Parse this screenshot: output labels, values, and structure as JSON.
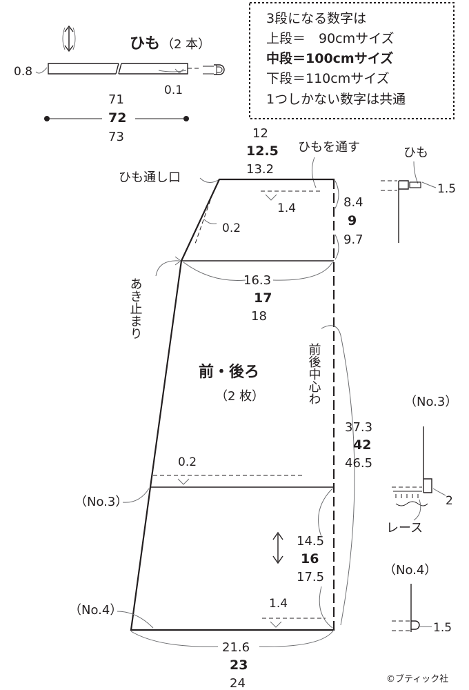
{
  "legend": {
    "line1": "3段になる数字は",
    "line2": "上段＝　90cmサイズ",
    "line3": "中段＝100cmサイズ",
    "line4": "下段＝110cmサイズ",
    "line5": "1つしかない数字は共通"
  },
  "himo": {
    "title": "ひも",
    "count": "（2 本）",
    "width": "0.8",
    "fold": "0.1",
    "len_top": "71",
    "len_mid": "72",
    "len_bot": "73"
  },
  "labels": {
    "himo_opening": "ひも通し口",
    "pass_cord": "ひもを通す",
    "cord": "ひも",
    "open_stop": "あき止まり",
    "center": "前後中心わ",
    "piece_name": "前・後ろ",
    "piece_count": "（2 枚）",
    "no3": "（No.3）",
    "no4": "（No.4）",
    "lace": "レース",
    "copyright": "©ブティック社"
  },
  "dims": {
    "top_w": [
      "12",
      "12.5",
      "13.2"
    ],
    "casing_seam": "1.4",
    "casing_h": [
      "8.4",
      "9",
      "9.7"
    ],
    "slant_seam": "0.2",
    "yoke_w": [
      "16.3",
      "17",
      "18"
    ],
    "length": [
      "37.3",
      "42",
      "46.5"
    ],
    "tier_seam": "0.2",
    "tier_h": [
      "14.5",
      "16",
      "17.5"
    ],
    "hem_seam": "1.4",
    "hem_w": [
      "21.6",
      "23",
      "24"
    ],
    "detail_cord": "1.5",
    "detail_lace": "2",
    "detail_hem": "1.5"
  }
}
